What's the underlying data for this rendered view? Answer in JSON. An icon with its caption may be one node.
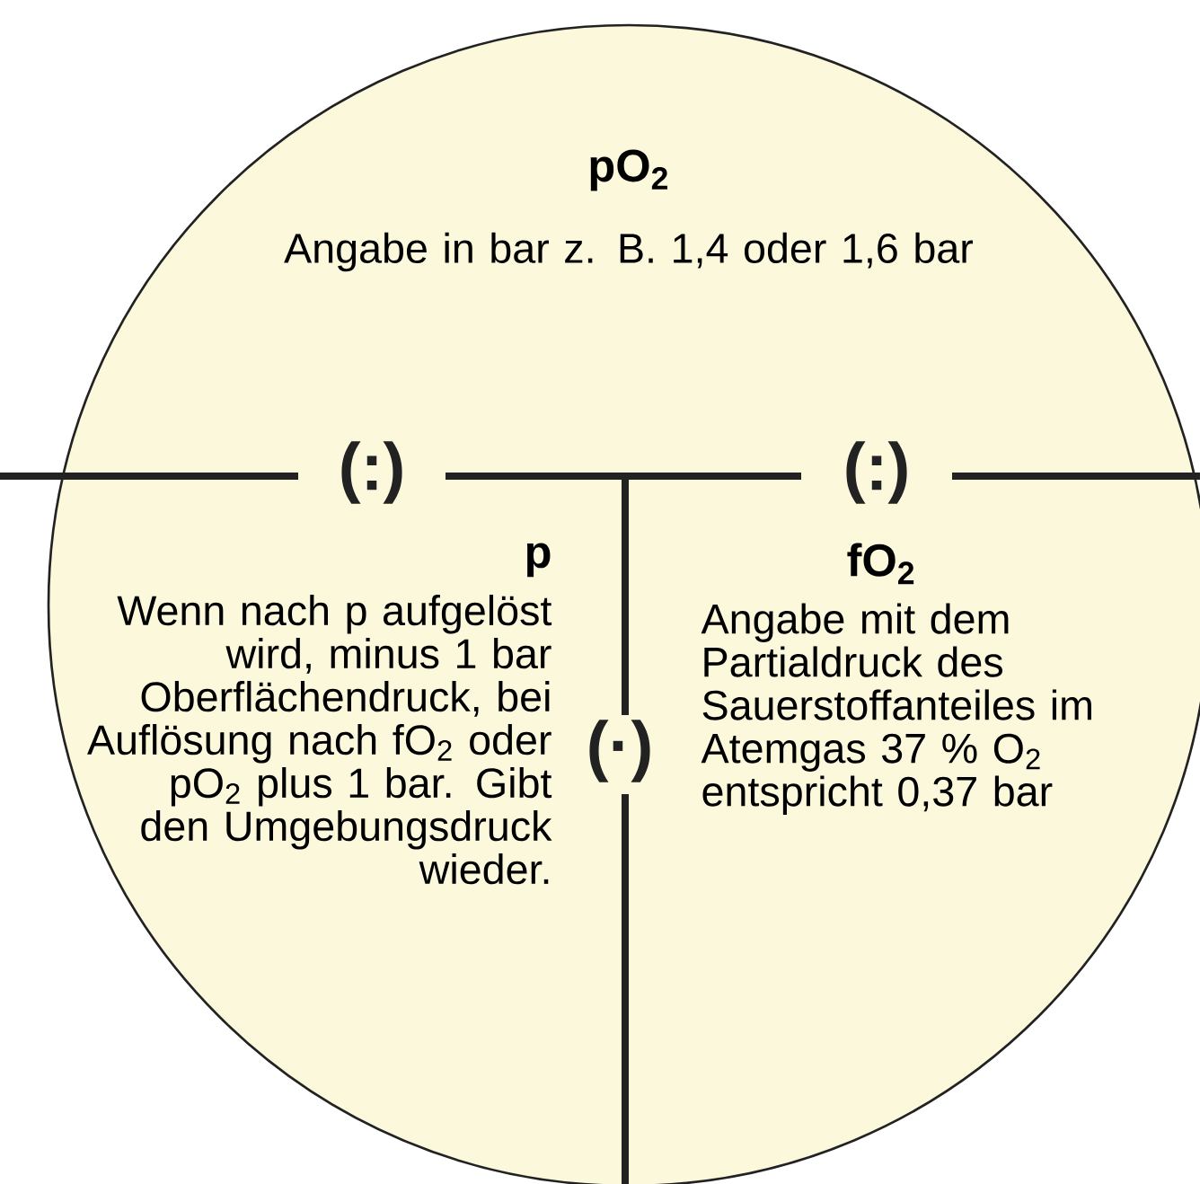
{
  "diagram": {
    "nodes": [
      {
        "text": [],
        "shape": "circle"
      },
      {
        "text": [
          "pO$_{2}$",
          "Angabe in bar z. B. 1,4 oder 1,6 bar"
        ],
        "in": 0
      },
      {
        "text": [
          "p",
          "Wenn nach p aufgelöst wird, minus 1 bar Oberflächendruck, bei Auflösung nach fO$_{2}$ oder pO$_{2}$ plus 1 bar. Gibt den Umgebungsdruck wieder."
        ],
        "in": 0
      },
      {
        "text": [
          "fO$_{2}$",
          "Angabe mit dem Partialdruck des Sauerstoffanteiles im Atemgas 37 % O$_{2}$ entspricht 0,37 bar"
        ],
        "in": 0
      }
    ],
    "labels": [
      "(:)",
      "(:)",
      "(·)"
    ]
  }
}
